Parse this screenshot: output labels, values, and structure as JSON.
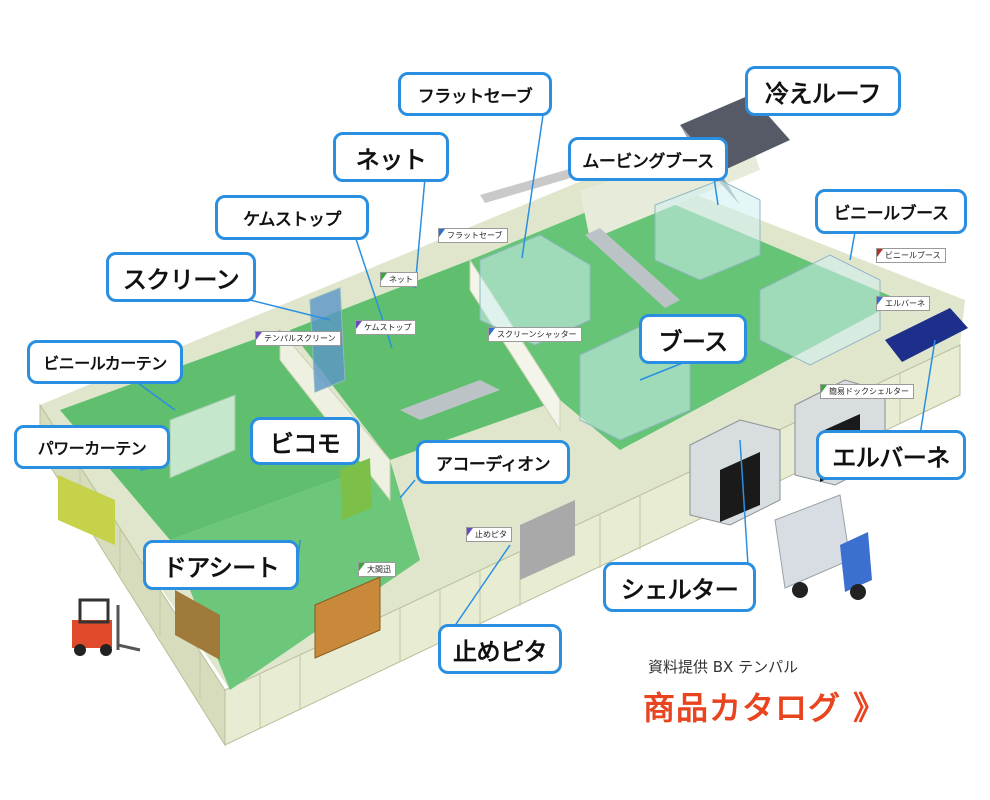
{
  "callouts": {
    "hieroof": "冷えルーフ",
    "flatsave": "フラットセーブ",
    "movingbooth": "ムービングブース",
    "net": "ネット",
    "kemstop": "ケムストップ",
    "vinylbooth": "ビニールブース",
    "screen": "スクリーン",
    "vinylcurtain": "ビニールカーテン",
    "booth": "ブース",
    "powercurtain": "パワーカーテン",
    "bicomo": "ビコモ",
    "accordion": "アコーディオン",
    "elbane": "エルバーネ",
    "doorsheet": "ドアシート",
    "shelter": "シェルター",
    "tomepita": "止めピタ"
  },
  "tags": {
    "flatsave": "フラットセーブ",
    "net": "ネット",
    "vinylbooth": "ビニールブース",
    "tenpal_screen": "テンパルスクリーン",
    "kemstop": "ケムストップ",
    "elbane": "エルバーネ",
    "screen_shutter": "スクリーンシャッター",
    "dock_shelter": "簡易ドックシェルター",
    "tomepita": "止めピタ",
    "ookan": "大間迅"
  },
  "footer": {
    "source": "資料提供 BX テンパル",
    "catalog": "商品カタログ 》"
  },
  "colors": {
    "callout_border": "#2a8fe0",
    "floor": "#5fbf6f",
    "wall": "#dfe7c8",
    "catalog": "#e84420"
  }
}
